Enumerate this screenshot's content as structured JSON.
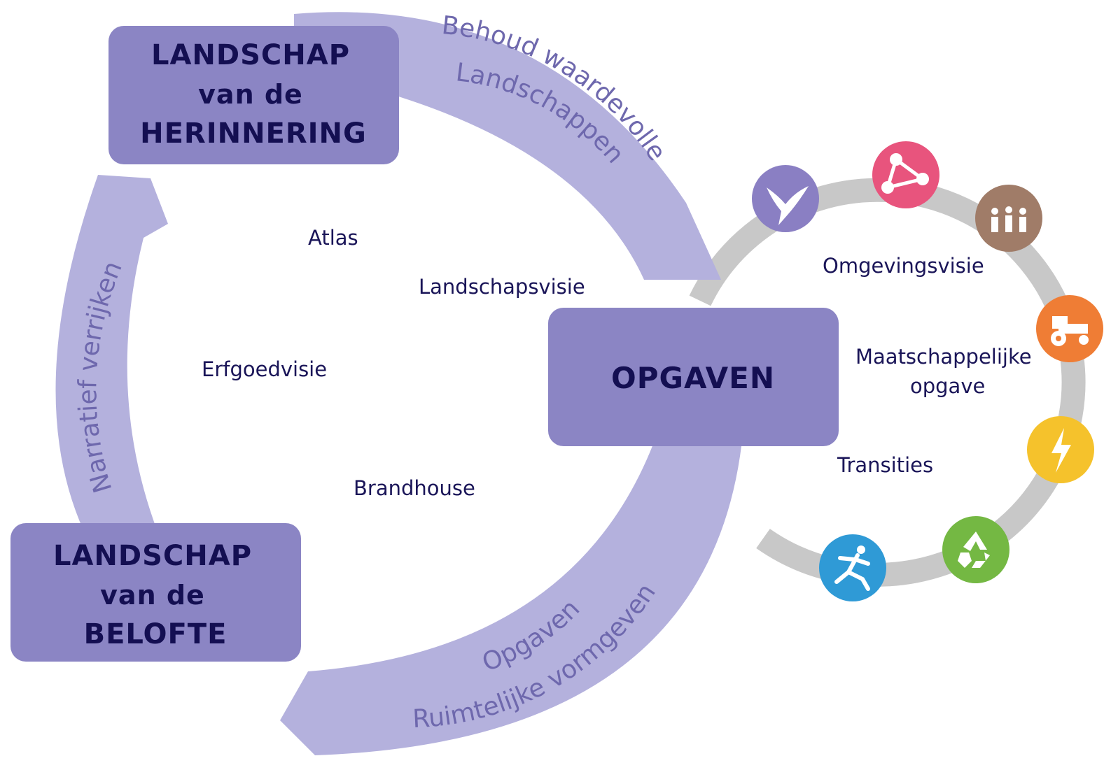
{
  "colors": {
    "arrow": "#b4b1dd",
    "box": "#8b85c4",
    "box_text": "#140f52",
    "label_text": "#1a1558",
    "arrow_text": "#6e68ad",
    "ring": "#c8c8c8"
  },
  "boxes": {
    "herinnering": {
      "line1": "LANDSCHAP",
      "line2": "van de",
      "line3": "HERINNERING"
    },
    "belofte": {
      "line1": "LANDSCHAP",
      "line2": "van de",
      "line3": "BELOFTE"
    },
    "opgaven": {
      "label": "OPGAVEN"
    }
  },
  "arrows": {
    "top": {
      "line1": "Behoud waardevolle",
      "line2": "Landschappen"
    },
    "left": {
      "line1": "Narratief verrijken"
    },
    "bottom": {
      "line1": "Ruimtelijke vormgeven",
      "line2": "Opgaven"
    }
  },
  "inner_labels": {
    "atlas": "Atlas",
    "landschapsvisie": "Landschapsvisie",
    "erfgoedvisie": "Erfgoedvisie",
    "brandhouse": "Brandhouse"
  },
  "ring_labels": {
    "omgevingsvisie": "Omgevingsvisie",
    "maatschappelijke_1": "Maatschappelijke",
    "maatschappelijke_2": "opgave",
    "transities": "Transities"
  },
  "icons": [
    {
      "name": "bird-icon",
      "color": "#8a7fc3"
    },
    {
      "name": "network-icon",
      "color": "#e8547d"
    },
    {
      "name": "people-icon",
      "color": "#a07c68"
    },
    {
      "name": "tractor-icon",
      "color": "#ef7d35"
    },
    {
      "name": "lightning-icon",
      "color": "#f5c22c"
    },
    {
      "name": "recycle-icon",
      "color": "#74b843"
    },
    {
      "name": "runner-icon",
      "color": "#2f9ad6"
    }
  ]
}
